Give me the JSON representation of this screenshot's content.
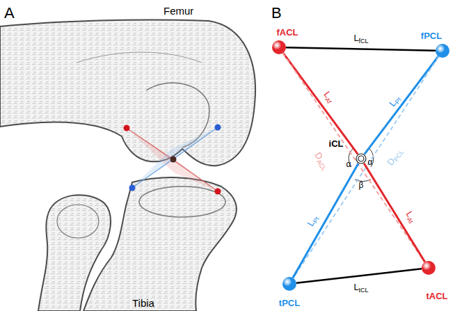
{
  "diagram": {
    "nodes": [
      {
        "text": [
          "fACL"
        ]
      },
      {
        "text": [
          "fPCL"
        ]
      },
      {
        "text": [
          "iCL"
        ]
      },
      {
        "text": [
          "tPCL"
        ]
      },
      {
        "text": [
          "tACL"
        ]
      }
    ],
    "edges": [
      {
        "from": 0,
        "to": 1,
        "label": "LfCL",
        "arrow": "none"
      },
      {
        "from": 0,
        "to": 2,
        "label": "LAf",
        "arrow": "none"
      },
      {
        "from": 1,
        "to": 2,
        "label": "LPf",
        "arrow": "none"
      },
      {
        "from": 0,
        "to": 4,
        "label": "DACL",
        "arrow": "none"
      },
      {
        "from": 1,
        "to": 3,
        "label": "DPCL",
        "arrow": "none"
      },
      {
        "from": 2,
        "to": 3,
        "label": "LPt",
        "arrow": "none"
      },
      {
        "from": 2,
        "to": 4,
        "label": "LAt",
        "arrow": "none"
      },
      {
        "from": 3,
        "to": 4,
        "label": "LtCL",
        "arrow": "none"
      }
    ],
    "labels": [
      "A",
      "Femur",
      "Tibia",
      "B",
      "α",
      "α",
      "β"
    ]
  }
}
